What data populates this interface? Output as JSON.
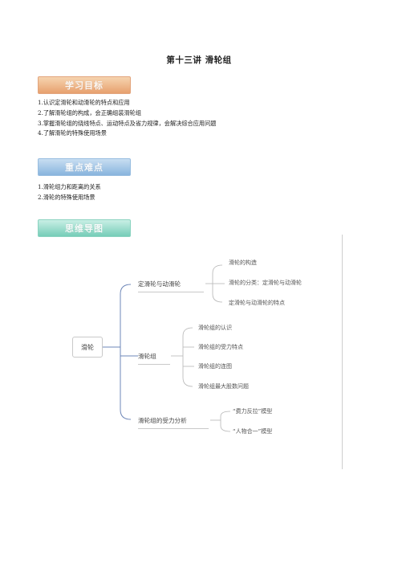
{
  "document": {
    "title": "第十三讲  滑轮组"
  },
  "sections": {
    "goals": {
      "banner": "学习目标",
      "items": [
        "1.认识定滑轮和动滑轮的特点和应用",
        "2.了解滑轮组的构成，会正确组装滑轮组",
        "3.掌握滑轮组的绕线特点、运动特点及省力规律，会解决综合应用问题",
        "4.了解滑轮的特殊使用场景"
      ]
    },
    "key_points": {
      "banner": "重点难点",
      "items": [
        "1.滑轮组力和距离的关系",
        "2.滑轮的特殊使用场景"
      ]
    },
    "knowledge_map": {
      "banner": "思维导图"
    }
  },
  "mindmap": {
    "root": "滑轮",
    "branches": [
      {
        "label": "定滑轮与动滑轮",
        "children": [
          "滑轮的构造",
          "滑轮的分类：定滑轮与动滑轮",
          "定滑轮与动滑轮的特点"
        ]
      },
      {
        "label": "滑轮组",
        "children": [
          "滑轮组的认识",
          "滑轮组的受力特点",
          "滑轮组的连图",
          "滑轮组最大股数问题"
        ]
      },
      {
        "label": "滑轮组的受力分析",
        "children": [
          "“费力反拉”模型",
          "“人物合一”模型"
        ]
      }
    ]
  },
  "colors": {
    "goal_banner": "#e7a06e",
    "key_banner": "#88b4dd",
    "map_banner": "#76cdb8",
    "connector": "#6e87b8"
  }
}
